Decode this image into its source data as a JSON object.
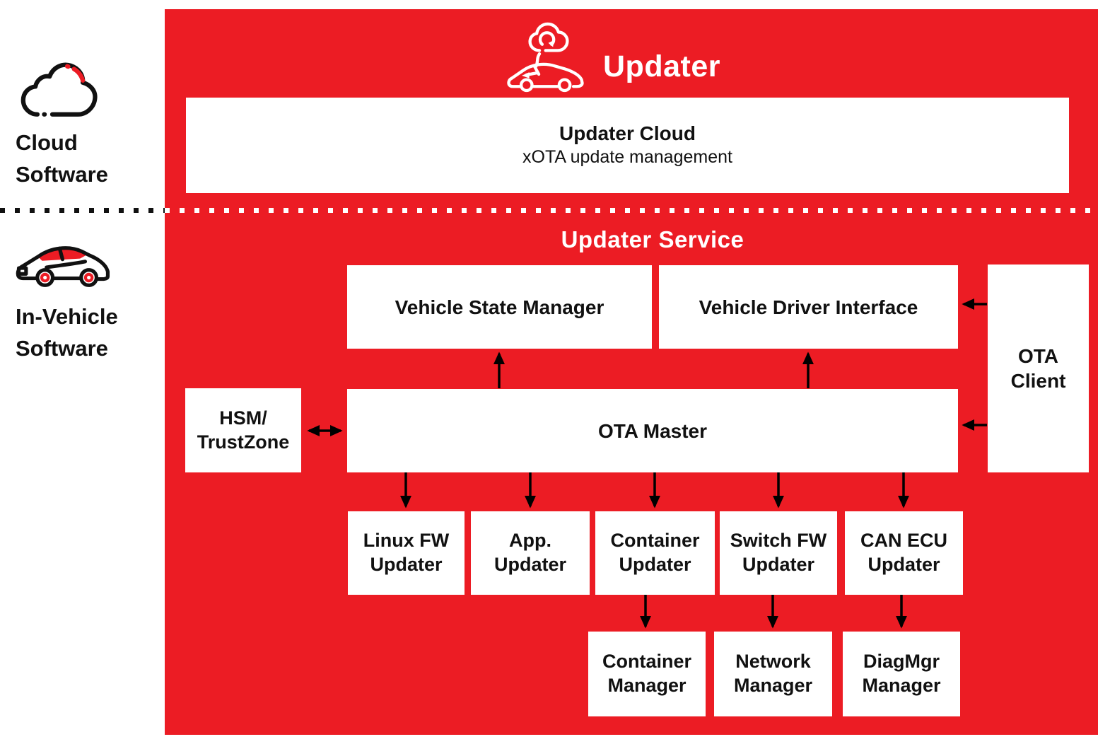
{
  "colors": {
    "red": "#EC1C24",
    "text": "#111111",
    "white": "#FFFFFF"
  },
  "left_panel": {
    "cloud_icon": "cloud-icon",
    "cloud_label_line1": "Cloud",
    "cloud_label_line2": "Software",
    "car_icon": "car-icon",
    "vehicle_label_line1": "In-Vehicle",
    "vehicle_label_line2": "Software"
  },
  "header": {
    "icon": "cloud-over-car-icon",
    "title": "Updater"
  },
  "cloud_box": {
    "title": "Updater Cloud",
    "subtitle": "xOTA update management"
  },
  "service": {
    "title": "Updater Service",
    "vehicle_state_manager": "Vehicle State Manager",
    "vehicle_driver_interface": "Vehicle Driver Interface",
    "ota_client_line1": "OTA",
    "ota_client_line2": "Client",
    "hsm_line1": "HSM/",
    "hsm_line2": "TrustZone",
    "ota_master": "OTA Master",
    "updaters": [
      {
        "line1": "Linux FW",
        "line2": "Updater"
      },
      {
        "line1": "App.",
        "line2": "Updater"
      },
      {
        "line1": "Container",
        "line2": "Updater"
      },
      {
        "line1": "Switch FW",
        "line2": "Updater"
      },
      {
        "line1": "CAN ECU",
        "line2": "Updater"
      }
    ],
    "managers": [
      {
        "line1": "Container",
        "line2": "Manager"
      },
      {
        "line1": "Network",
        "line2": "Manager"
      },
      {
        "line1": "DiagMgr",
        "line2": "Manager"
      }
    ]
  }
}
